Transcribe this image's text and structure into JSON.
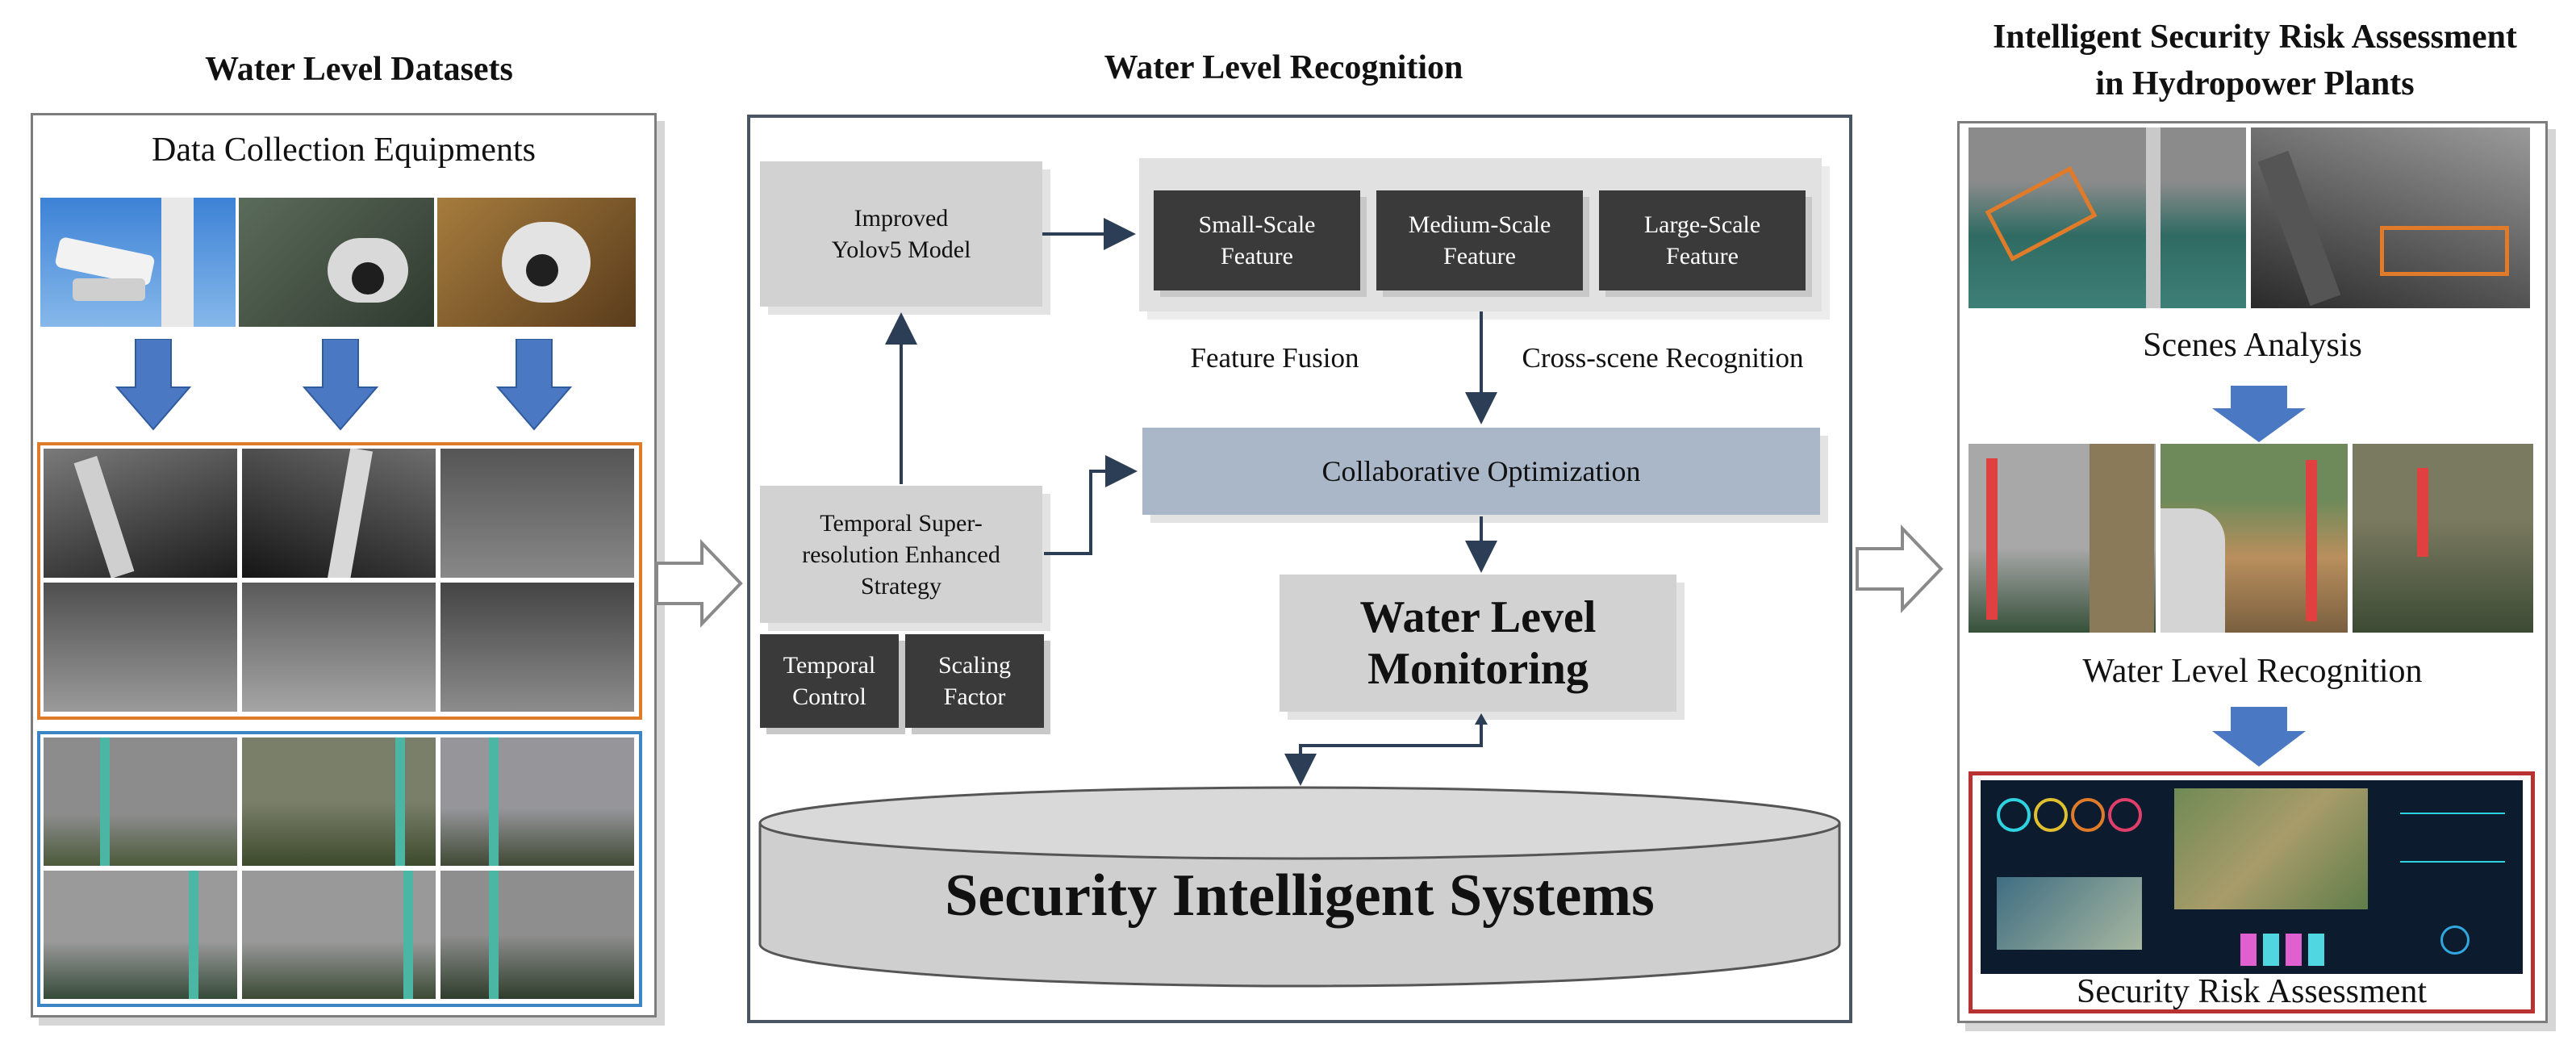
{
  "left": {
    "title": "Water Level Datasets",
    "subtitle": "Data Collection Equipments"
  },
  "middle": {
    "title": "Water Level Recognition",
    "improved_model": "Improved Yolov5 Model",
    "features": [
      "Small-Scale Feature",
      "Medium-Scale Feature",
      "Large-Scale Feature"
    ],
    "feature_fusion": "Feature Fusion",
    "cross_scene": "Cross-scene Recognition",
    "collaborative": "Collaborative Optimization",
    "temporal_strategy": "Temporal Super-resolution Enhanced Strategy",
    "temporal_control": "Temporal Control",
    "scaling_factor": "Scaling Factor",
    "monitoring": "Water Level Monitoring",
    "systems": "Security Intelligent Systems"
  },
  "right": {
    "title_line1": "Intelligent Security Risk Assessment",
    "title_line2": "in Hydropower Plants",
    "scenes": "Scenes Analysis",
    "recognition": "Water Level Recognition",
    "risk": "Security Risk Assessment"
  },
  "colors": {
    "orange_frame": "#e07b2a",
    "blue_frame": "#3b85c4",
    "red_frame": "#b83232",
    "down_arrow": "#4a78c2",
    "dark_box": "#3a3a3a",
    "collab_box": "#a9b7c8"
  }
}
